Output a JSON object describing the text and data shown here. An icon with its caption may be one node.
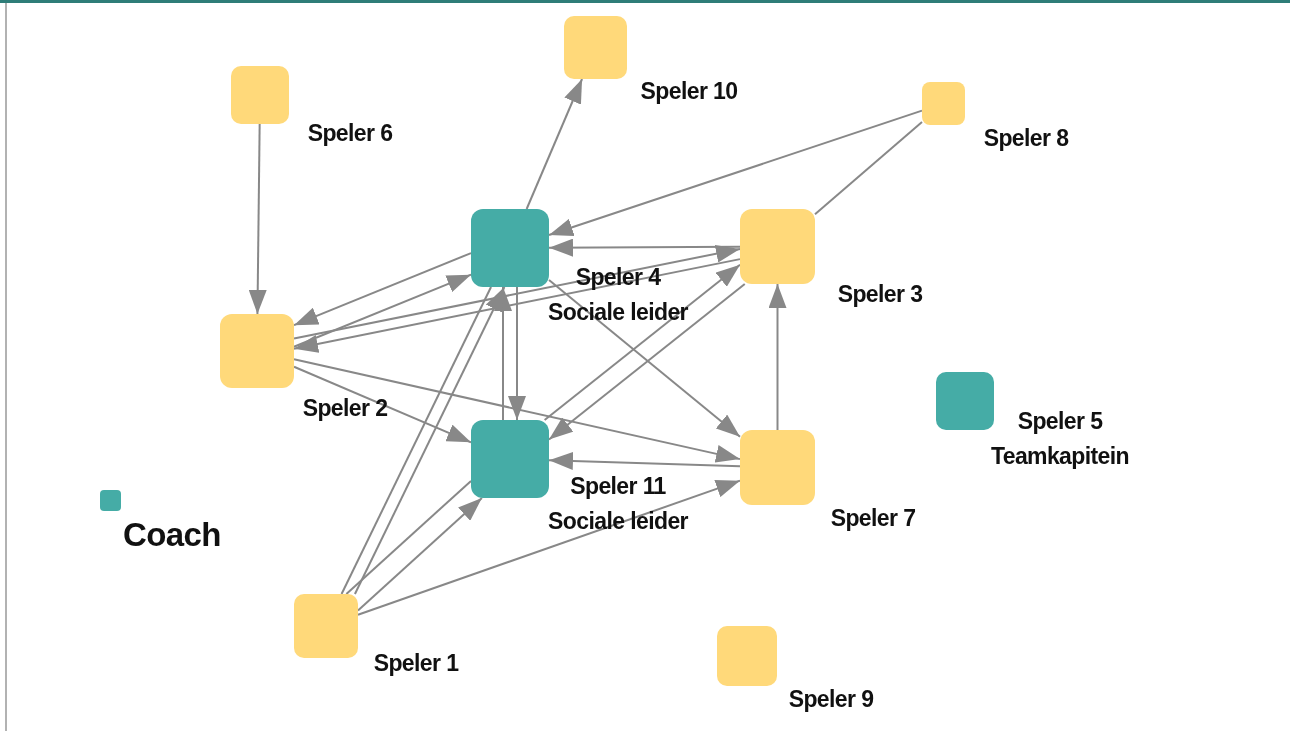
{
  "diagram": {
    "nodes": [
      {
        "text": [
          "Speler 10"
        ]
      },
      {
        "text": [
          "Speler 6"
        ]
      },
      {
        "text": [
          "Speler 8"
        ]
      },
      {
        "text": [
          "Speler 4",
          "Sociale leider"
        ]
      },
      {
        "text": [
          "Speler 3"
        ]
      },
      {
        "text": [
          "Speler 2"
        ]
      },
      {
        "text": [
          "Speler 5",
          "Teamkapitein"
        ]
      },
      {
        "text": [
          "Speler 11",
          "Sociale leider"
        ]
      },
      {
        "text": [
          "Speler 7"
        ]
      },
      {
        "text": [
          "Coach"
        ]
      },
      {
        "text": [
          "Speler 1"
        ]
      },
      {
        "text": [
          "Speler 9"
        ]
      }
    ],
    "edges": [
      {
        "from": 1,
        "to": 5,
        "arrow": "to"
      },
      {
        "from": 3,
        "to": 0,
        "arrow": "to"
      },
      {
        "from": 2,
        "to": 3,
        "arrow": "to"
      },
      {
        "from": 2,
        "to": 4,
        "arrow": "none"
      },
      {
        "from": 4,
        "to": 3,
        "arrow": "to"
      },
      {
        "from": 5,
        "to": 3,
        "arrow": "to"
      },
      {
        "from": 4,
        "to": 5,
        "arrow": "to"
      },
      {
        "from": 5,
        "to": 4,
        "arrow": "to"
      },
      {
        "from": 3,
        "to": 5,
        "arrow": "to"
      },
      {
        "from": 3,
        "to": 7,
        "arrow": "to"
      },
      {
        "from": 7,
        "to": 3,
        "arrow": "to"
      },
      {
        "from": 5,
        "to": 7,
        "arrow": "to"
      },
      {
        "from": 5,
        "to": 8,
        "arrow": "to"
      },
      {
        "from": 3,
        "to": 8,
        "arrow": "to"
      },
      {
        "from": 4,
        "to": 7,
        "arrow": "to"
      },
      {
        "from": 7,
        "to": 4,
        "arrow": "to"
      },
      {
        "from": 8,
        "to": 4,
        "arrow": "to"
      },
      {
        "from": 8,
        "to": 7,
        "arrow": "to"
      },
      {
        "from": 10,
        "to": 3,
        "arrow": "to"
      },
      {
        "from": 10,
        "to": 3,
        "arrow": "none"
      },
      {
        "from": 10,
        "to": 7,
        "arrow": "to"
      },
      {
        "from": 7,
        "to": 10,
        "arrow": "none"
      },
      {
        "from": 10,
        "to": 8,
        "arrow": "to"
      }
    ]
  }
}
